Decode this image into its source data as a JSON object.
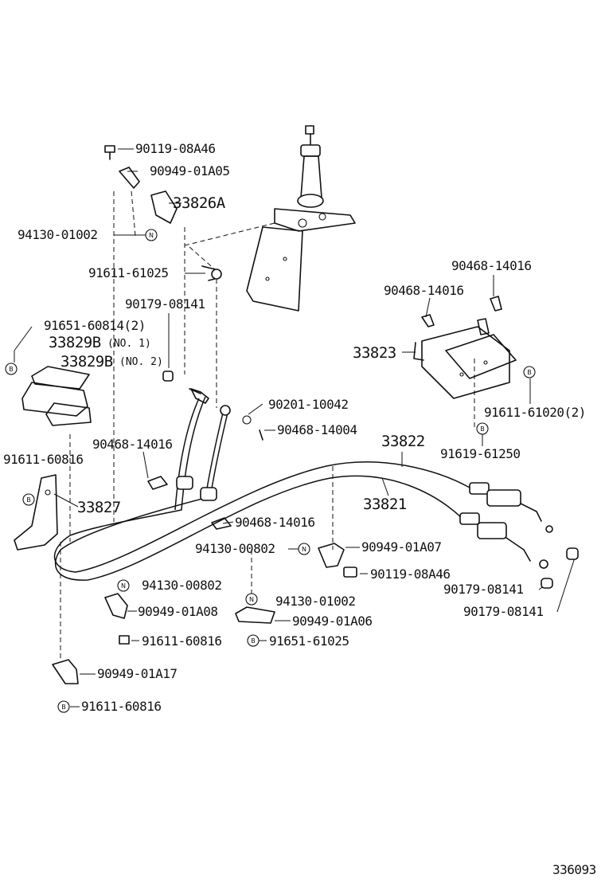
{
  "diagram": {
    "code": "336093",
    "labels": {
      "l01": "90119-08A46",
      "l02": "90949-01A05",
      "l03": "33826A",
      "l04": "94130-01002",
      "l05": "91611-61025",
      "l06": "90179-08141",
      "l07": "91651-60814(2)",
      "l08": "33829B",
      "l08s": "(NO. 1)",
      "l09": "33829B",
      "l09s": "(NO. 2)",
      "l10": "90468-14016",
      "l11": "90468-14016",
      "l12": "33823",
      "l13": "91611-61020(2)",
      "l14": "91619-61250",
      "l15": "90201-10042",
      "l16": "90468-14004",
      "l17": "33822",
      "l18": "33821",
      "l19": "90468-14016",
      "l20": "91611-60816",
      "l21": "33827",
      "l22": "90468-14016",
      "l23": "94130-00802",
      "l24": "90949-01A07",
      "l25": "90119-08A46",
      "l26": "90179-08141",
      "l27": "90179-08141",
      "l28": "94130-00802",
      "l29": "94130-01002",
      "l30": "90949-01A08",
      "l31": "90949-01A06",
      "l32": "91611-60816",
      "l33": "91651-61025",
      "l34": "90949-01A17",
      "l35": "91611-60816"
    },
    "markers": {
      "n": "N",
      "b": "B"
    }
  }
}
